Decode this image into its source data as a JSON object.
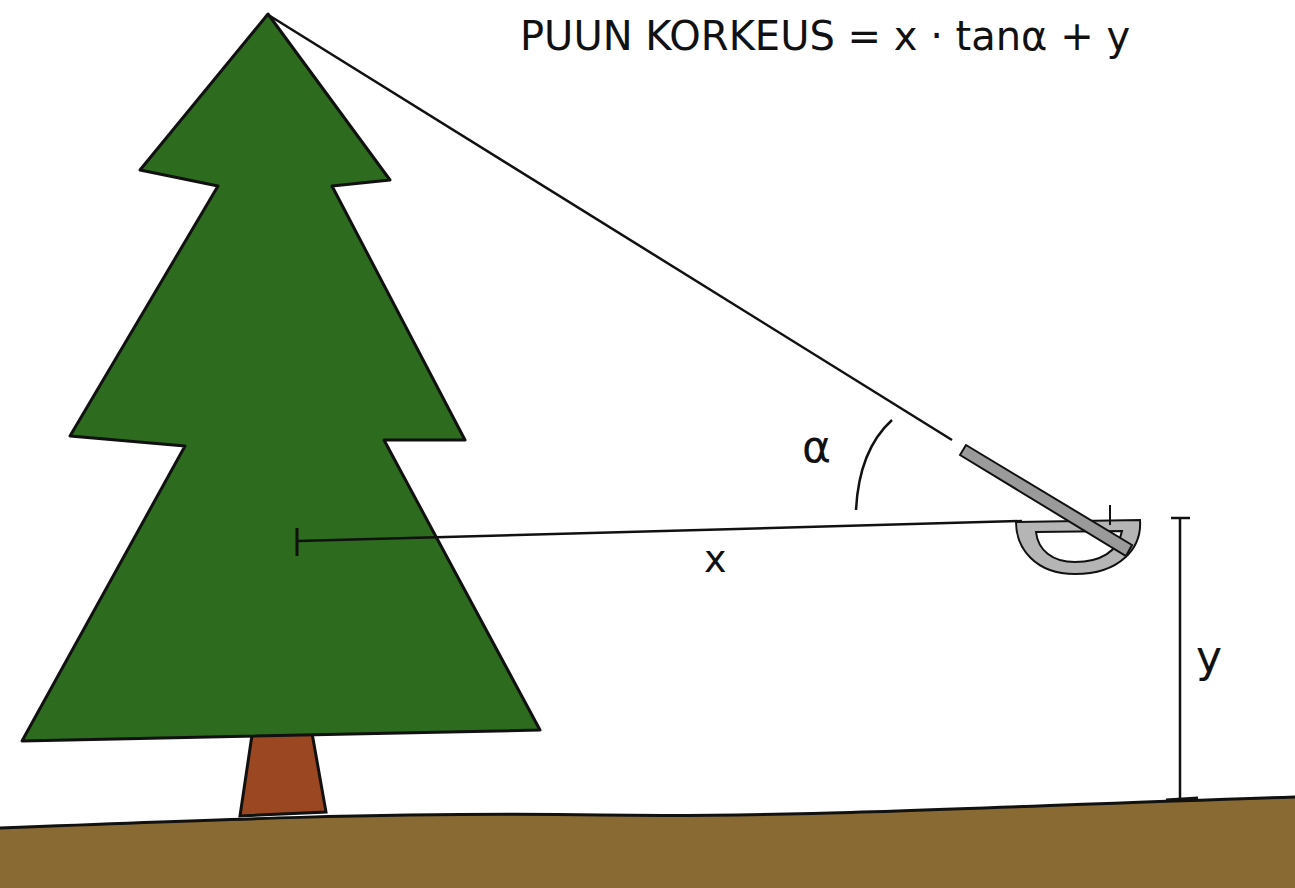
{
  "diagram": {
    "labels": [
      "PUUN KORKEUS = x · tanα + y",
      "α",
      "x",
      "y"
    ]
  }
}
